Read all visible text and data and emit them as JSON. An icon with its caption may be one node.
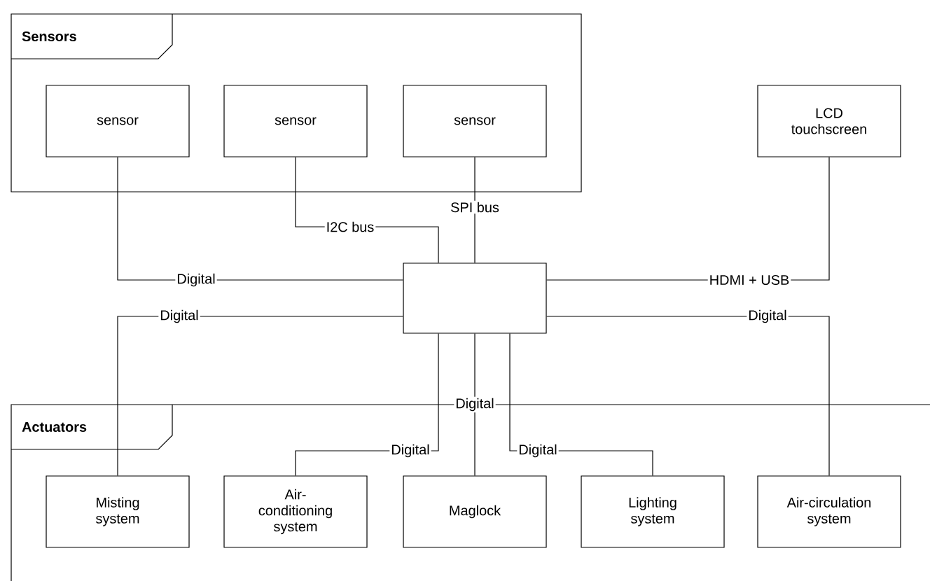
{
  "diagram": {
    "nodes": [
      {
        "text": [
          "Sensors"
        ]
      },
      {
        "text": [
          "sensor"
        ],
        "in": 0
      },
      {
        "text": [
          "sensor"
        ],
        "in": 0
      },
      {
        "text": [
          "sensor"
        ],
        "in": 0
      },
      {
        "text": [
          "LCD touchscreen"
        ]
      },
      {
        "text": [],
        "shape": "box"
      },
      {
        "text": [
          "Actuators"
        ]
      },
      {
        "text": [
          "Misting system"
        ],
        "in": 6
      },
      {
        "text": [
          "Air-conditioning system"
        ],
        "in": 6
      },
      {
        "text": [
          "Maglock"
        ],
        "in": 6
      },
      {
        "text": [
          "Lighting system"
        ],
        "in": 6
      },
      {
        "text": [
          "Air-circulation system"
        ],
        "in": 6
      }
    ],
    "edges": [
      {
        "from": 1,
        "to": 5,
        "arrow": "none",
        "label": "Digital"
      },
      {
        "from": 2,
        "to": 5,
        "arrow": "none",
        "label": "I2C bus"
      },
      {
        "from": 3,
        "to": 5,
        "arrow": "none",
        "label": "SPI bus"
      },
      {
        "from": 4,
        "to": 5,
        "arrow": "none",
        "label": "HDMI + USB"
      },
      {
        "from": 5,
        "to": 7,
        "arrow": "none",
        "label": "Digital"
      },
      {
        "from": 5,
        "to": 8,
        "arrow": "none",
        "label": "Digital"
      },
      {
        "from": 5,
        "to": 9,
        "arrow": "none",
        "label": "Digital"
      },
      {
        "from": 5,
        "to": 10,
        "arrow": "none",
        "label": "Digital"
      },
      {
        "from": 5,
        "to": 11,
        "arrow": "none",
        "label": "Digital"
      }
    ]
  }
}
